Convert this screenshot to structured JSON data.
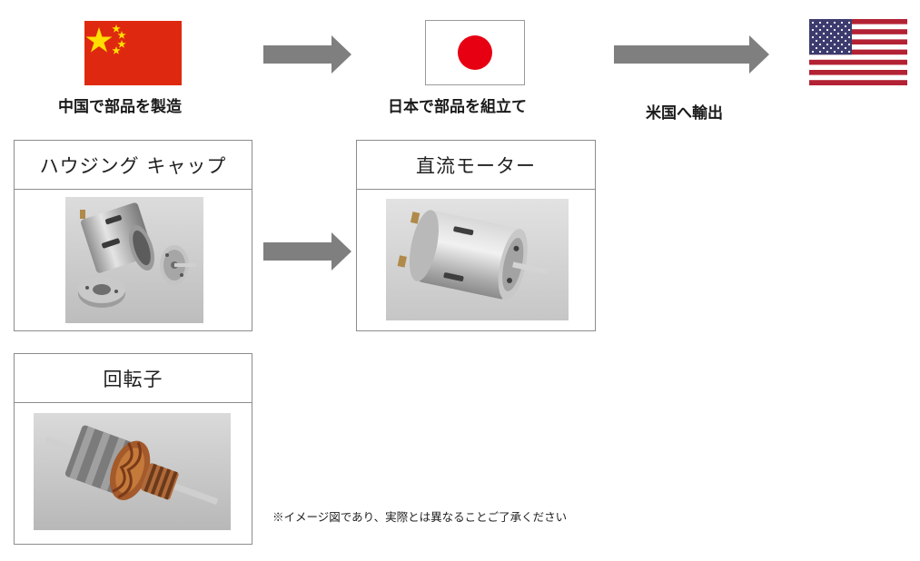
{
  "flow": {
    "step1_caption": "中国で部品を製造",
    "step2_caption": "日本で部品を組立て",
    "step3_caption": "米国へ輸出"
  },
  "flags": {
    "china": {
      "red": "#de2910",
      "yellow": "#ffde00"
    },
    "japan": {
      "white": "#ffffff",
      "red": "#e60012"
    },
    "usa": {
      "red": "#b22234",
      "white": "#ffffff",
      "blue": "#3c3b6e"
    }
  },
  "panels": {
    "housing_cap": "ハウジング キャップ",
    "dc_motor": "直流モーター",
    "rotor": "回転子"
  },
  "note": "※イメージ図であり、実際とは異なることご了承ください",
  "colors": {
    "arrow": "#7f7f7f",
    "border": "#8c8c8c"
  }
}
